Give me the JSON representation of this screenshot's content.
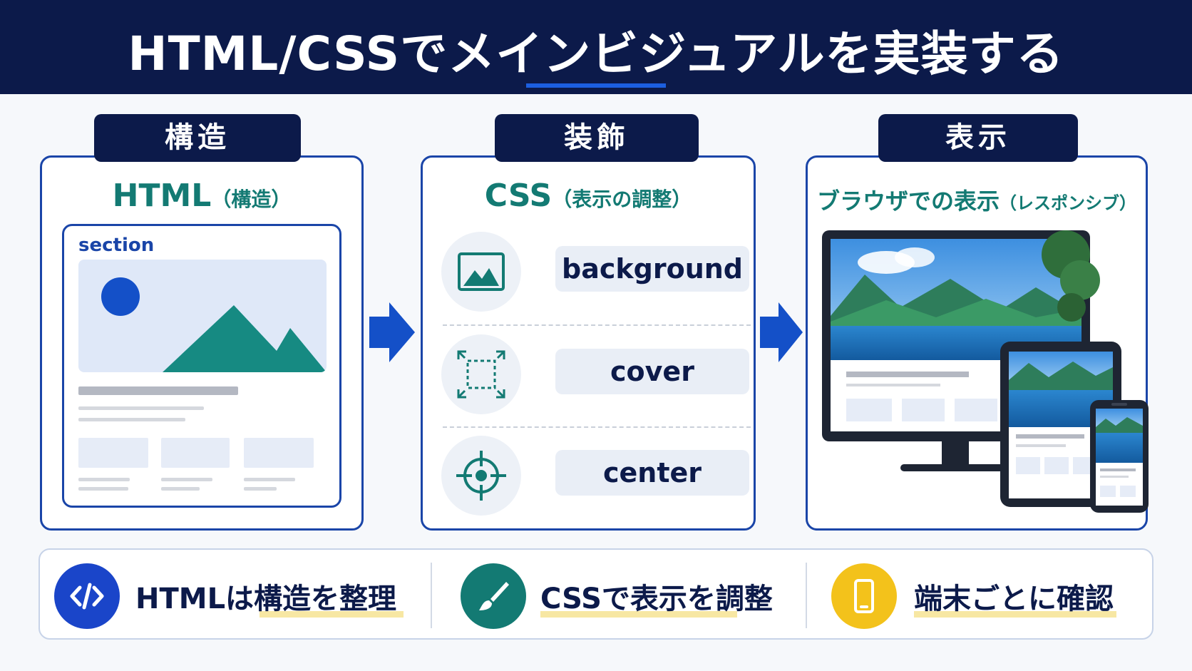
{
  "header": {
    "title": "HTML/CSSでメインビジュアルを実装する"
  },
  "steps": [
    {
      "tab": "構造",
      "title_main": "HTML",
      "title_sub": "（構造）"
    },
    {
      "tab": "装飾",
      "title_main": "CSS",
      "title_sub": "（表示の調整）"
    },
    {
      "tab": "表示",
      "title_main": "ブラウザでの表示",
      "title_sub": "（レスポンシブ）"
    }
  ],
  "wireframe": {
    "label": "section"
  },
  "css_properties": [
    {
      "icon": "image-icon",
      "label": "background"
    },
    {
      "icon": "expand-icon",
      "label": "cover"
    },
    {
      "icon": "crosshair-icon",
      "label": "center"
    }
  ],
  "summary": [
    {
      "icon": "code-icon",
      "color": "#1a45c9",
      "text": "HTMLは構造を整理"
    },
    {
      "icon": "brush-icon",
      "color": "#137a73",
      "text": "CSSで表示を調整"
    },
    {
      "icon": "smartphone-icon",
      "color": "#f3c21b",
      "text": "端末ごとに確認"
    }
  ],
  "colors": {
    "navy": "#0c1a4a",
    "teal": "#137a73",
    "blue": "#1a45a8",
    "highlight": "#f7e7a3"
  }
}
